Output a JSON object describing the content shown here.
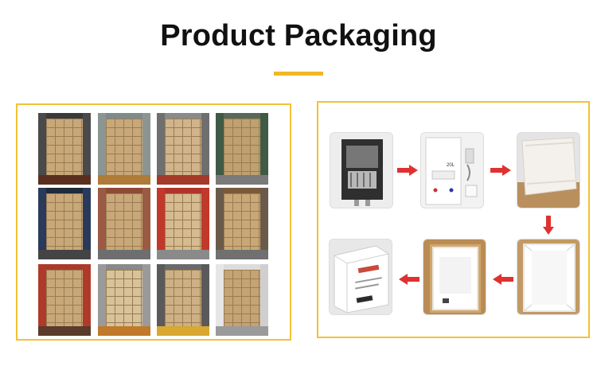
{
  "header": {
    "title": "Product Packaging",
    "accent_color": "#f2b824"
  },
  "left_panel": {
    "border_color": "#f2c233",
    "photo_subject": "loaded shipping containers",
    "photo_count": 12
  },
  "right_panel": {
    "border_color": "#f2c233",
    "steps": [
      {
        "subject": "bare heater unit",
        "label": ""
      },
      {
        "subject": "heater with accessories",
        "label": "20L"
      },
      {
        "subject": "wrapped in foam",
        "label": ""
      },
      {
        "subject": "foam inside carton",
        "label": ""
      },
      {
        "subject": "unit placed in carton",
        "label": ""
      },
      {
        "subject": "sealed box",
        "label": ""
      }
    ],
    "arrow_color": "#e03131"
  }
}
